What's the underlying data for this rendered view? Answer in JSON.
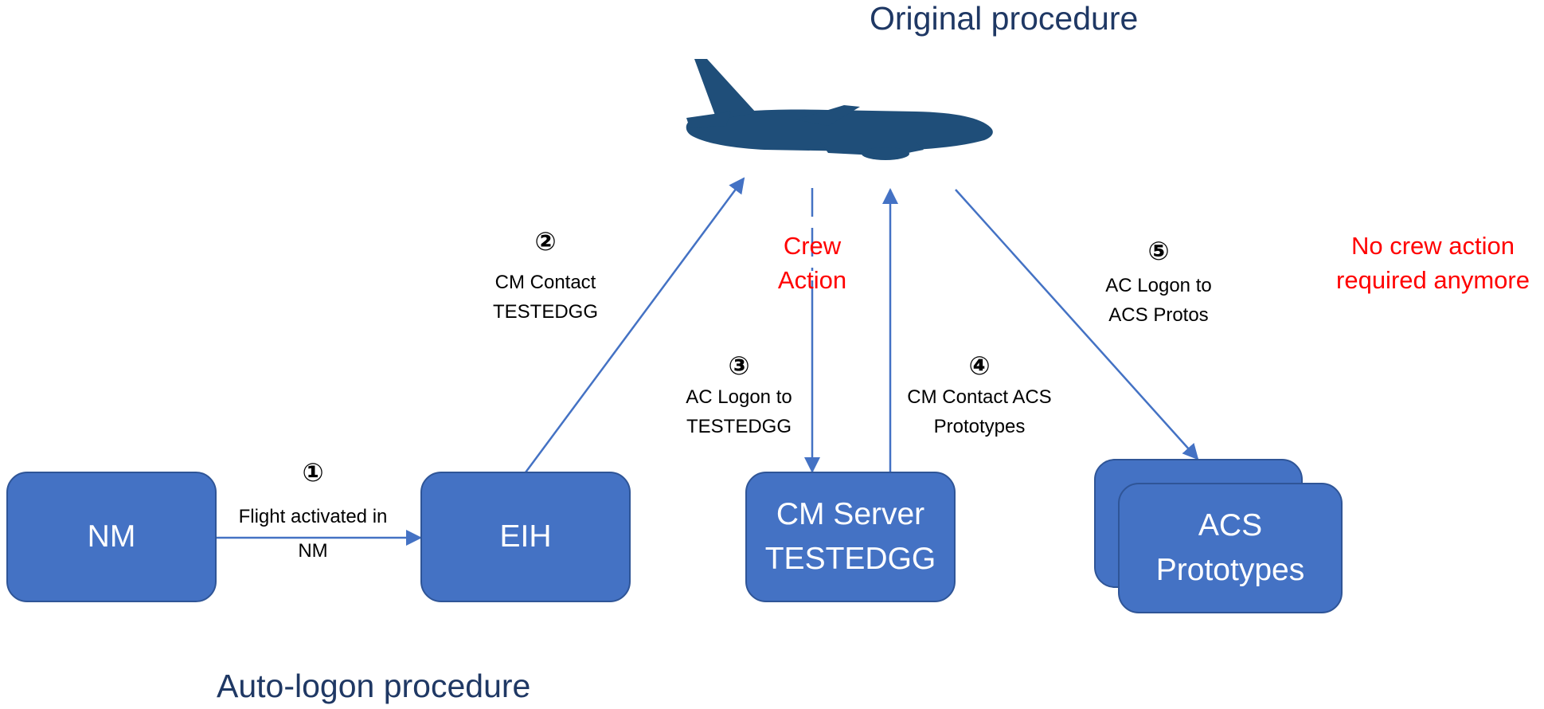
{
  "titles": {
    "original": "Original procedure",
    "auto": "Auto-logon procedure"
  },
  "notes": {
    "crew_action_line1": "Crew",
    "crew_action_line2": "Action",
    "no_crew_line1": "No crew action",
    "no_crew_line2": "required anymore"
  },
  "nodes": {
    "nm": "NM",
    "eih": "EIH",
    "cm_server_line1": "CM Server",
    "cm_server_line2": "TESTEDGG",
    "acs_line1": "ACS",
    "acs_line2": "Prototypes"
  },
  "steps": [
    {
      "num": "①",
      "line1": "Flight activated in",
      "line2": "NM"
    },
    {
      "num": "②",
      "line1": "CM Contact",
      "line2": "TESTEDGG"
    },
    {
      "num": "③",
      "line1": "AC Logon to",
      "line2": "TESTEDGG"
    },
    {
      "num": "④",
      "line1": "CM Contact ACS",
      "line2": "Prototypes"
    },
    {
      "num": "⑤",
      "line1": "AC Logon to",
      "line2": "ACS Protos"
    }
  ],
  "colors": {
    "node_fill": "#4472C4",
    "node_border": "#2F5597",
    "arrow": "#4472C4",
    "airplane": "#1F4E79",
    "title": "#1F3864",
    "alert": "#FF0000"
  },
  "icons": {
    "aircraft": "airplane-icon"
  }
}
